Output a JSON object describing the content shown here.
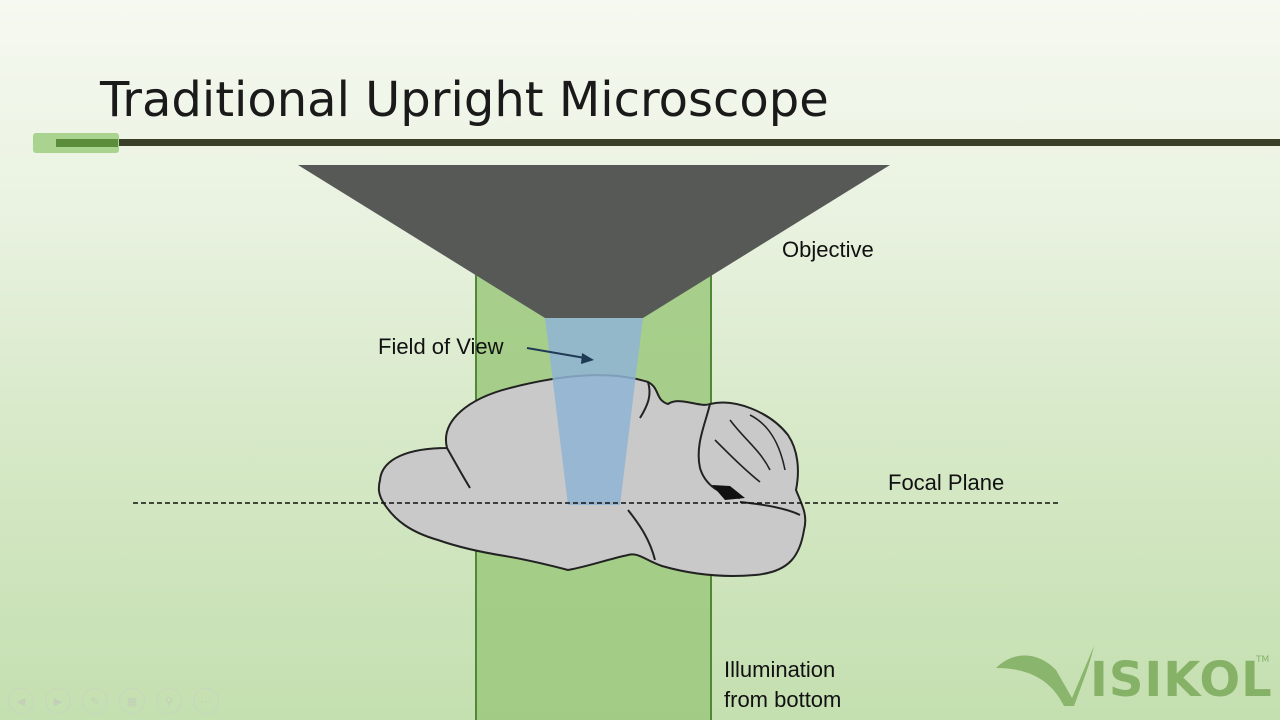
{
  "slide": {
    "title": "Traditional Upright Microscope"
  },
  "labels": {
    "objective": "Objective",
    "field_of_view": "Field of View",
    "focal_plane": "Focal Plane",
    "illumination_line1": "Illumination",
    "illumination_line2": "from bottom"
  },
  "logo": {
    "text": "ISIKOL",
    "tm": "TM"
  },
  "nav_icons": [
    "prev-icon",
    "next-icon",
    "pen-icon",
    "slides-icon",
    "zoom-icon",
    "more-icon"
  ],
  "colors": {
    "objective": "#575957",
    "illumination": "#9cc97e",
    "field_of_view": "#8fb4d4",
    "brain": "#c9c9c9",
    "logo_green": "#7aaa5a"
  }
}
